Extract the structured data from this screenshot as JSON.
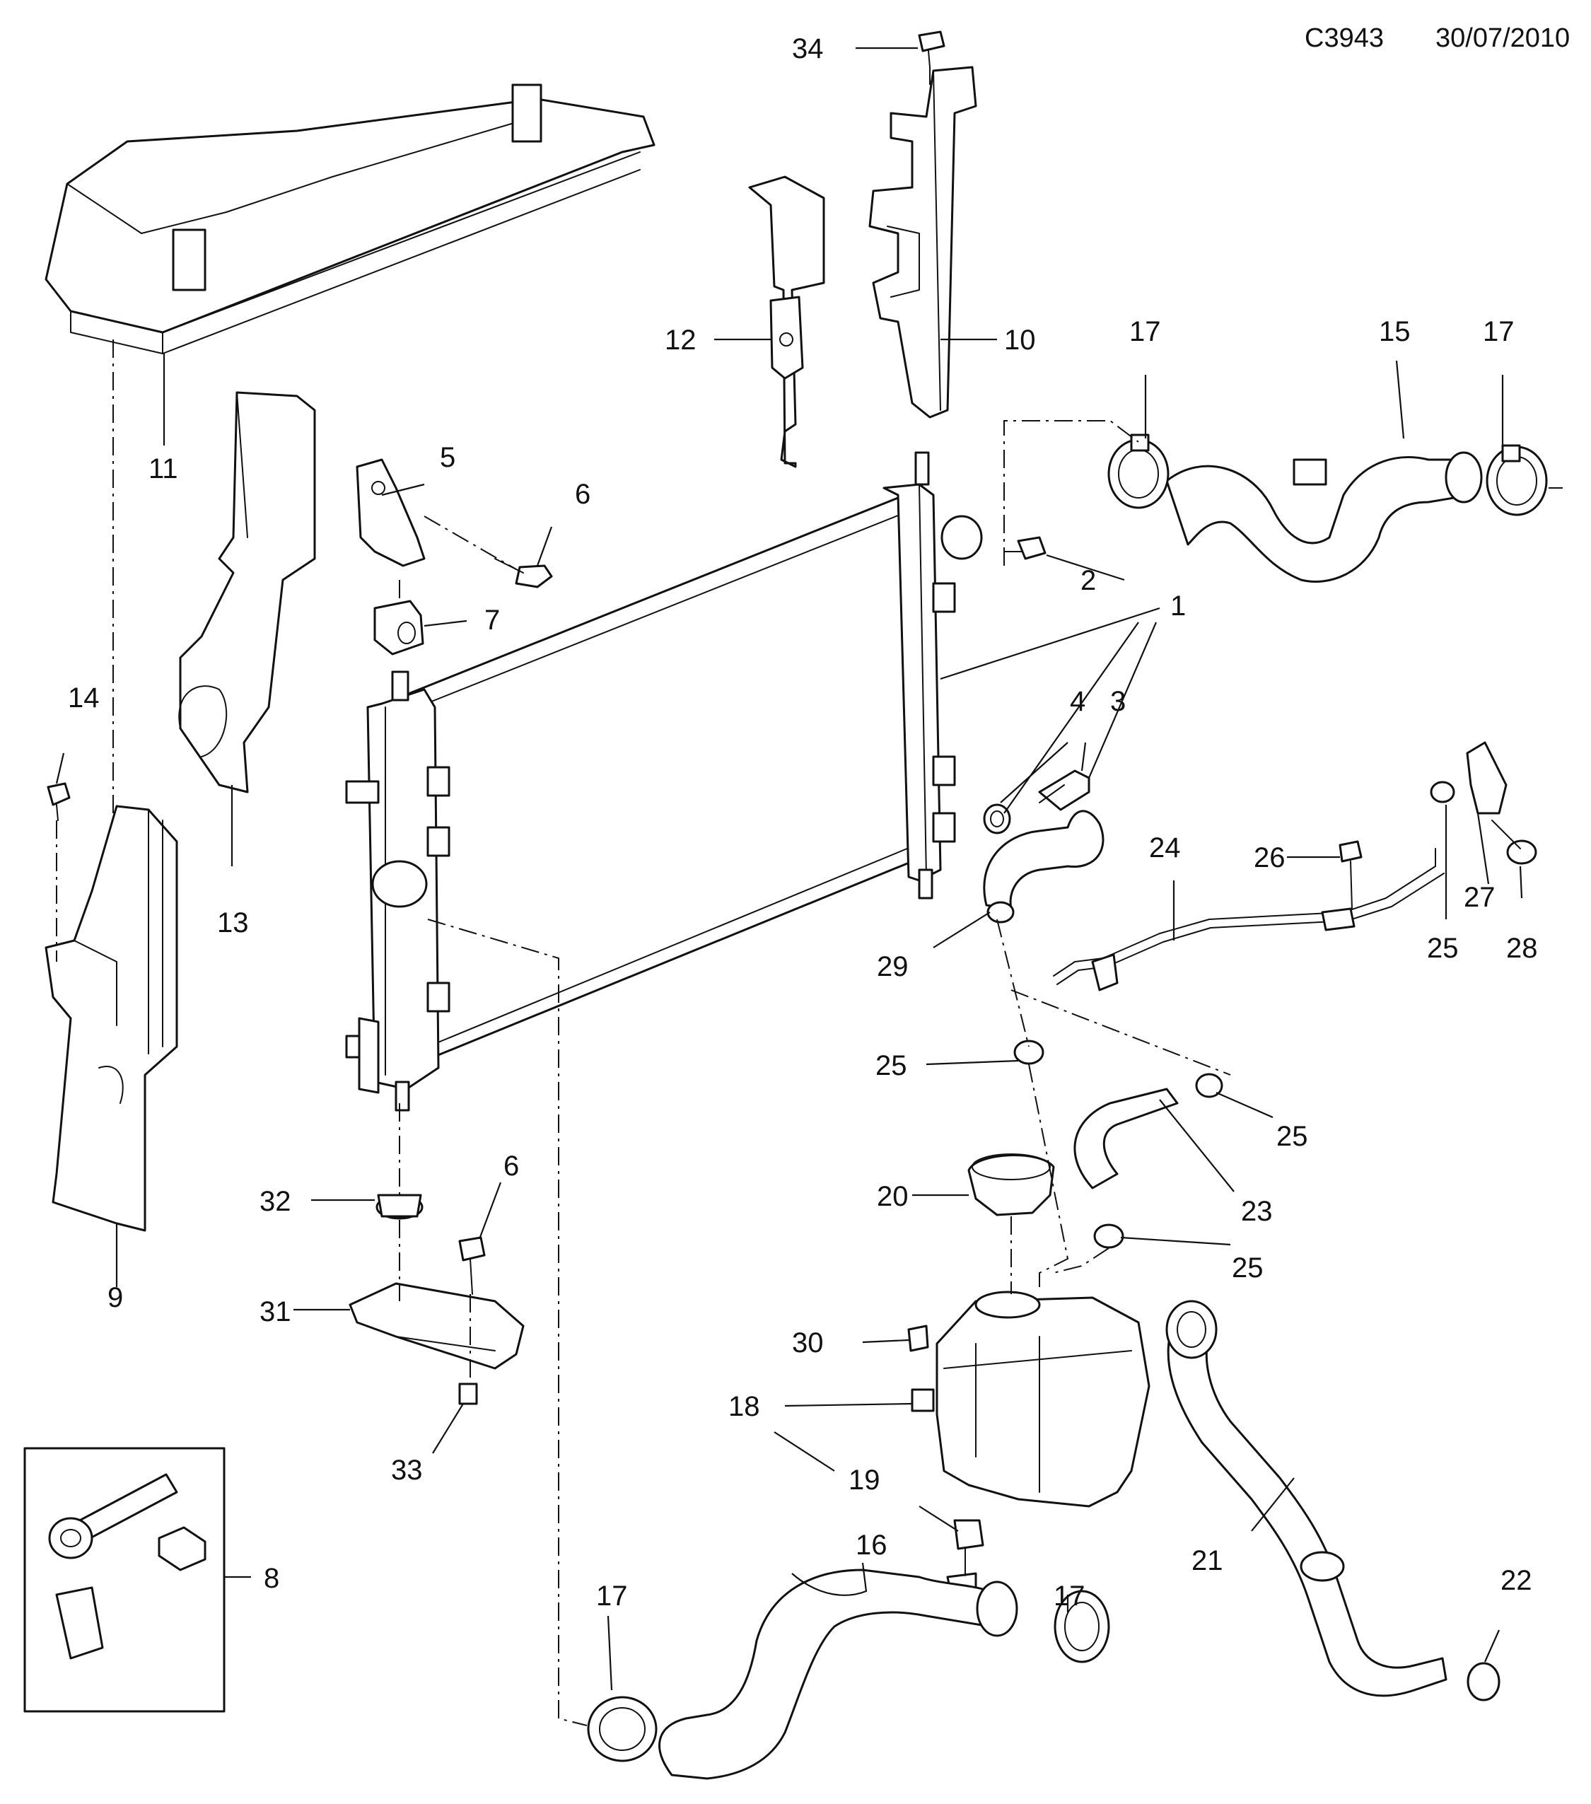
{
  "header": {
    "code": "C3943",
    "date": "30/07/2010"
  },
  "callouts": {
    "c1": "1",
    "c2": "2",
    "c3": "3",
    "c4": "4",
    "c5": "5",
    "c6a": "6",
    "c6b": "6",
    "c7": "7",
    "c8": "8",
    "c9": "9",
    "c10": "10",
    "c11": "11",
    "c12": "12",
    "c13": "13",
    "c14": "14",
    "c15": "15",
    "c16": "16",
    "c17a": "17",
    "c17b": "17",
    "c17c": "17",
    "c17d": "17",
    "c18": "18",
    "c19": "19",
    "c20": "20",
    "c21": "21",
    "c22": "22",
    "c23": "23",
    "c24": "24",
    "c25a": "25",
    "c25b": "25",
    "c25c": "25",
    "c25d": "25",
    "c26": "26",
    "c27": "27",
    "c28": "28",
    "c29": "29",
    "c30": "30",
    "c31": "31",
    "c32": "32",
    "c33": "33",
    "c34": "34"
  },
  "style": {
    "line_color": "#111111",
    "background": "#ffffff"
  }
}
